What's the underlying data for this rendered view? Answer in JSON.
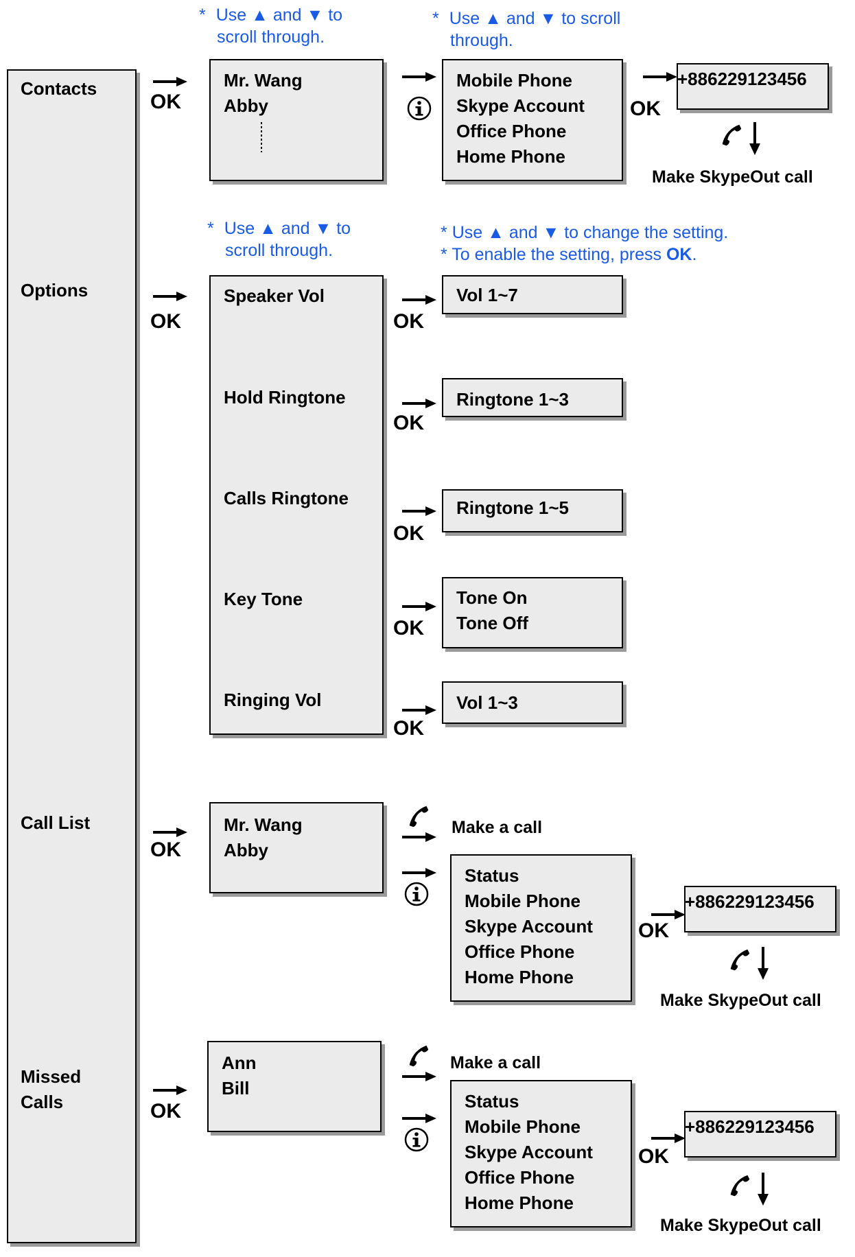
{
  "menu": {
    "contacts": "Contacts",
    "options": "Options",
    "call_list": "Call List",
    "missed_calls_line1": "Missed",
    "missed_calls_line2": "Calls"
  },
  "ok_label": "OK",
  "notes": {
    "use": "Use",
    "and": "and",
    "to": "to",
    "to_scroll": "to scroll",
    "scroll_through": "scroll through.",
    "through": "through.",
    "to_change_setting": "to change the setting.",
    "enable_prefix": "* To enable the setting, press",
    "enable_ok": "OK",
    "enable_suffix": "."
  },
  "contacts": {
    "names": [
      "Mr. Wang",
      "Abby"
    ],
    "details": [
      "Mobile Phone",
      "Skype Account",
      "Office Phone",
      "Home Phone"
    ],
    "number": "+886229123456",
    "action": "Make SkypeOut call"
  },
  "options": {
    "items": [
      "Speaker Vol",
      "Hold Ringtone",
      "Calls Ringtone",
      "Key Tone",
      "Ringing Vol"
    ],
    "settings": [
      "Vol 1~7",
      "Ringtone 1~3",
      "Ringtone 1~5",
      "Tone On",
      "Tone Off",
      "Vol 1~3"
    ]
  },
  "call_list": {
    "names": [
      "Mr. Wang",
      "Abby"
    ],
    "make_call": "Make a call",
    "details": [
      "Status",
      "Mobile Phone",
      "Skype Account",
      "Office Phone",
      "Home Phone"
    ],
    "number": "+886229123456",
    "action": "Make SkypeOut call"
  },
  "missed_calls": {
    "names": [
      "Ann",
      "Bill"
    ],
    "make_call": "Make a call",
    "details": [
      "Status",
      "Mobile Phone",
      "Skype Account",
      "Office Phone",
      "Home Phone"
    ],
    "number": "+886229123456",
    "action": "Make SkypeOut call"
  },
  "icons": [
    "right-arrow-icon",
    "down-arrow-icon",
    "up-triangle-icon",
    "down-triangle-icon",
    "info-icon",
    "phone-handset-icon"
  ],
  "colors": {
    "note_text": "#1a5be6",
    "box_fill": "#ebebeb",
    "box_shadow": "#9a9a9a"
  }
}
